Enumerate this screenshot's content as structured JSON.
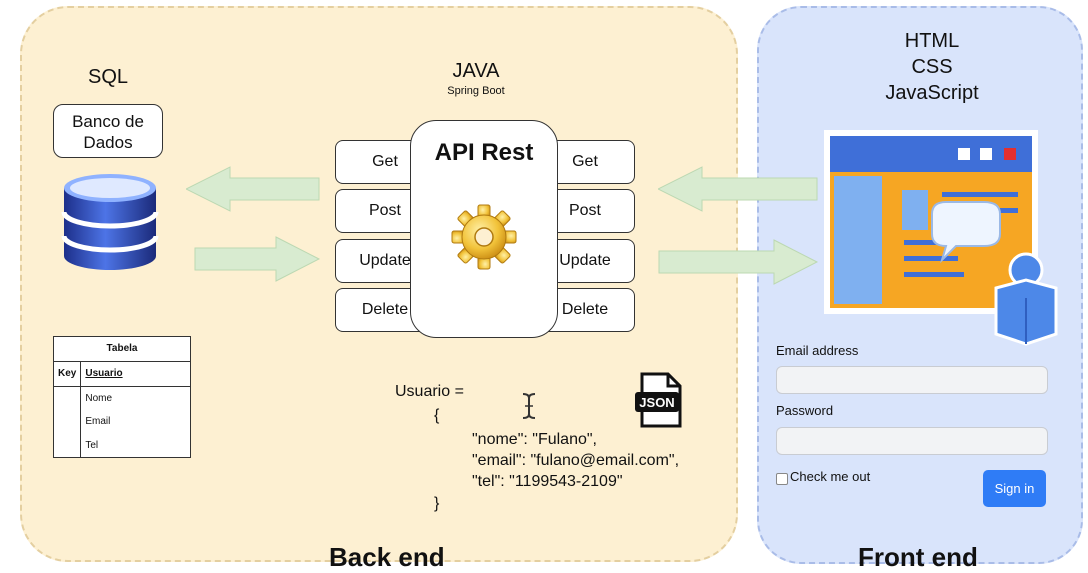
{
  "backend": {
    "label": "Back end",
    "sql": {
      "title": "SQL",
      "db_label": "Banco de\nDados"
    },
    "java": {
      "title": "JAVA",
      "subtitle": "Spring Boot"
    },
    "api": {
      "title": "API Rest"
    },
    "methods_left": [
      "Get",
      "Post",
      "Update",
      "Delete"
    ],
    "methods_right": [
      "Get",
      "Post",
      "Update",
      "Delete"
    ],
    "table": {
      "title": "Tabela",
      "key_header": "Key",
      "name": "Usuario",
      "fields": [
        "Nome",
        "Email",
        "Tel"
      ]
    },
    "json_example": {
      "line1": "Usuario =",
      "open": "{",
      "line_nome": "\"nome\": \"Fulano\",",
      "line_email": "\"email\": \"fulano@email.com\",",
      "line_tel": "\"tel\": \"1199543-2109\"",
      "close": "}",
      "icon_label": "JSON"
    }
  },
  "frontend": {
    "label": "Front end",
    "tech": [
      "HTML",
      "CSS",
      "JavaScript"
    ],
    "form": {
      "email_label": "Email address",
      "password_label": "Password",
      "checkbox_label": "Check me out",
      "submit_label": "Sign in"
    }
  },
  "colors": {
    "backend_bg": "#fdf0d2",
    "frontend_bg": "#d9e4fb",
    "arrow": "#d8ebd0",
    "button": "#2f7cf6"
  }
}
